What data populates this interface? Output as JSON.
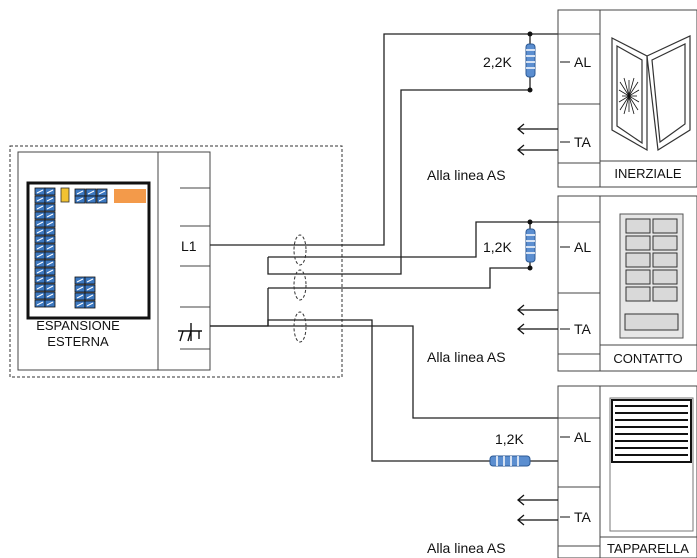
{
  "expansion": {
    "name_line1": "ESPANSIONE",
    "name_line2": "ESTERNA",
    "terminal_l1": "L1",
    "ground_icon": "ground-symbol-icon"
  },
  "sensors": [
    {
      "al_label": "AL",
      "ta_label": "TA",
      "resistor": "2,2K",
      "line_note": "Alla linea AS",
      "device": "INERZIALE",
      "icon": "window-shutter-icon"
    },
    {
      "al_label": "AL",
      "ta_label": "TA",
      "resistor": "1,2K",
      "line_note": "Alla linea AS",
      "device": "CONTATTO",
      "icon": "magnetic-contact-icon"
    },
    {
      "al_label": "AL",
      "ta_label": "TA",
      "resistor": "1,2K",
      "line_note": "Alla linea AS",
      "device": "TAPPARELLA",
      "icon": "roller-shutter-icon"
    }
  ],
  "colors": {
    "resistor_fill": "#5b8ed0",
    "resistor_band": "#ffffff",
    "module_accent": "#f39a4a",
    "terminal_blue": "#3c78c0",
    "board_border": "#111111"
  }
}
